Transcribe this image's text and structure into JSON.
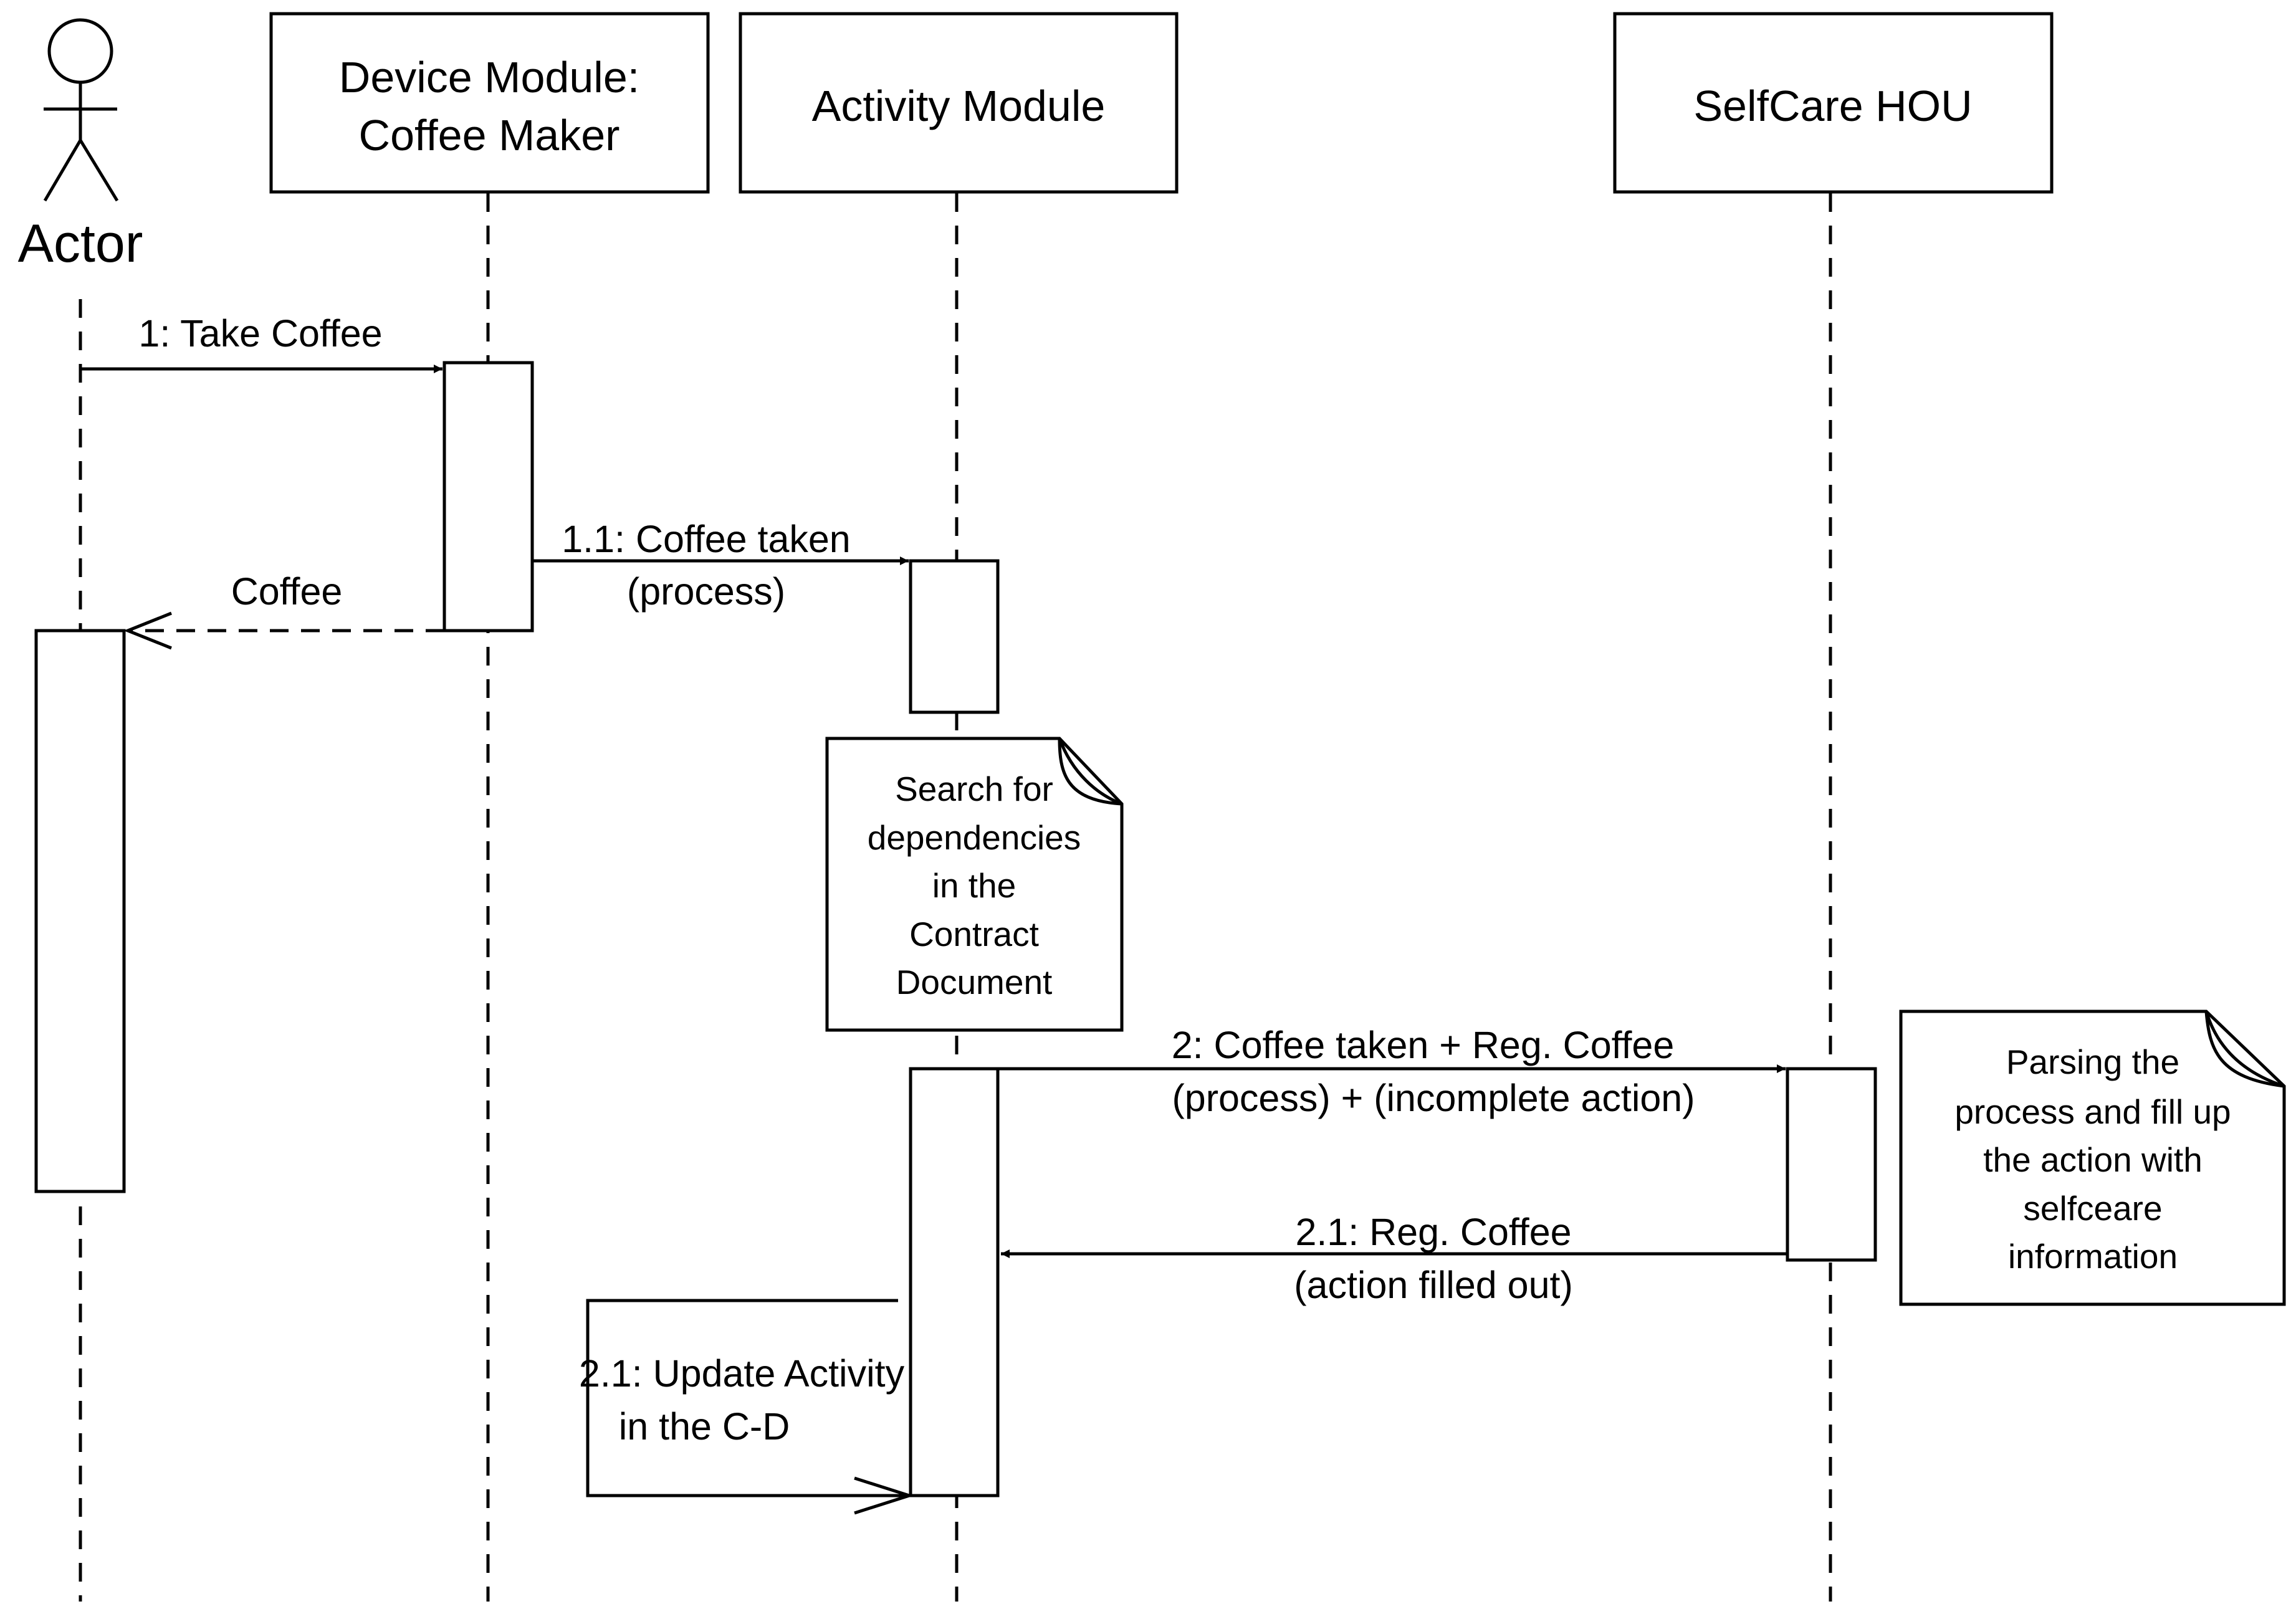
{
  "actor": {
    "label": "Actor"
  },
  "participants": [
    {
      "id": "device",
      "lines": [
        "Device Module:",
        "Coffee Maker"
      ]
    },
    {
      "id": "activity",
      "lines": [
        "Activity Module"
      ]
    },
    {
      "id": "selfcare",
      "lines": [
        "SelfCare HOU"
      ]
    }
  ],
  "messages": {
    "m1": {
      "lines": [
        "1: Take Coffee"
      ]
    },
    "m1_1": {
      "lines": [
        "1.1: Coffee taken",
        "(process)"
      ]
    },
    "ret": {
      "lines": [
        "Coffee"
      ]
    },
    "m2": {
      "lines": [
        "2: Coffee taken + Reg. Coffee",
        "(process) + (incomplete action)"
      ]
    },
    "m2_1": {
      "lines": [
        "2.1: Reg. Coffee",
        "(action filled out)"
      ]
    },
    "self": {
      "lines": [
        "2.1: Update Activity",
        "in the C-D"
      ]
    }
  },
  "notes": {
    "search": {
      "lines": [
        "Search for",
        "dependencies",
        "in the",
        "Contract",
        "Document"
      ]
    },
    "parse": {
      "lines": [
        "Parsing the",
        "process and fill up",
        "the action with",
        "selfceare",
        "information"
      ]
    }
  }
}
